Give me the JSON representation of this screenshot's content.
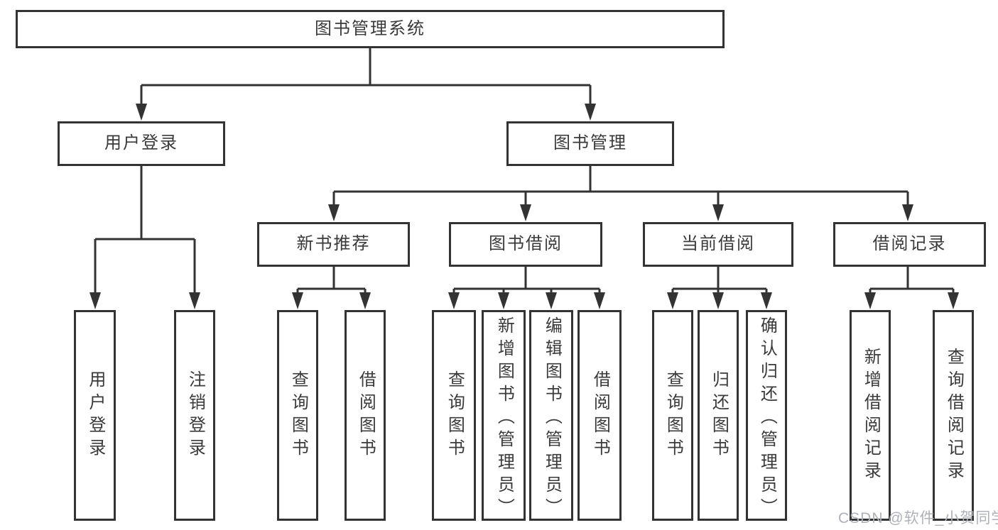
{
  "tree": {
    "root": "图书管理系统",
    "children": [
      {
        "label": "用户登录",
        "leaves": [
          "用户登录",
          "注销登录"
        ]
      },
      {
        "label": "图书管理",
        "children": [
          {
            "label": "新书推荐",
            "leaves": [
              "查询图书",
              "借阅图书"
            ]
          },
          {
            "label": "图书借阅",
            "leaves": [
              "查询图书",
              "新增图书（管理员）",
              "编辑图书（管理员）",
              "借阅图书"
            ]
          },
          {
            "label": "当前借阅",
            "leaves": [
              "查询图书",
              "归还图书",
              "确认归还（管理员）"
            ]
          },
          {
            "label": "借阅记录",
            "leaves": [
              "新增借阅记录",
              "查询借阅记录"
            ]
          }
        ]
      }
    ]
  },
  "watermark": {
    "text": "CSDN @软件_小贺同学"
  },
  "colors": {
    "line": "#333333",
    "text": "#3a3a3a",
    "box_background": "#ffffff",
    "watermark": "#aeb1b8"
  }
}
